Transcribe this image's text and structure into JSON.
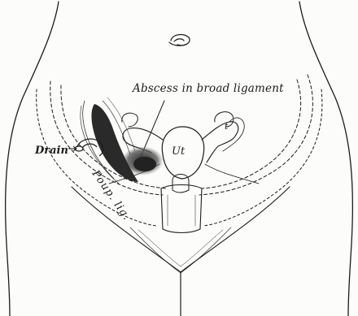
{
  "labels": {
    "abscess": "Abscess in broad ligament",
    "drain": "Drain",
    "uterus": "Ut",
    "tube": "t",
    "poupart": "Poup. lig."
  },
  "colors": {
    "ink": "#1c1c1c",
    "paper": "#fcfcfa"
  }
}
